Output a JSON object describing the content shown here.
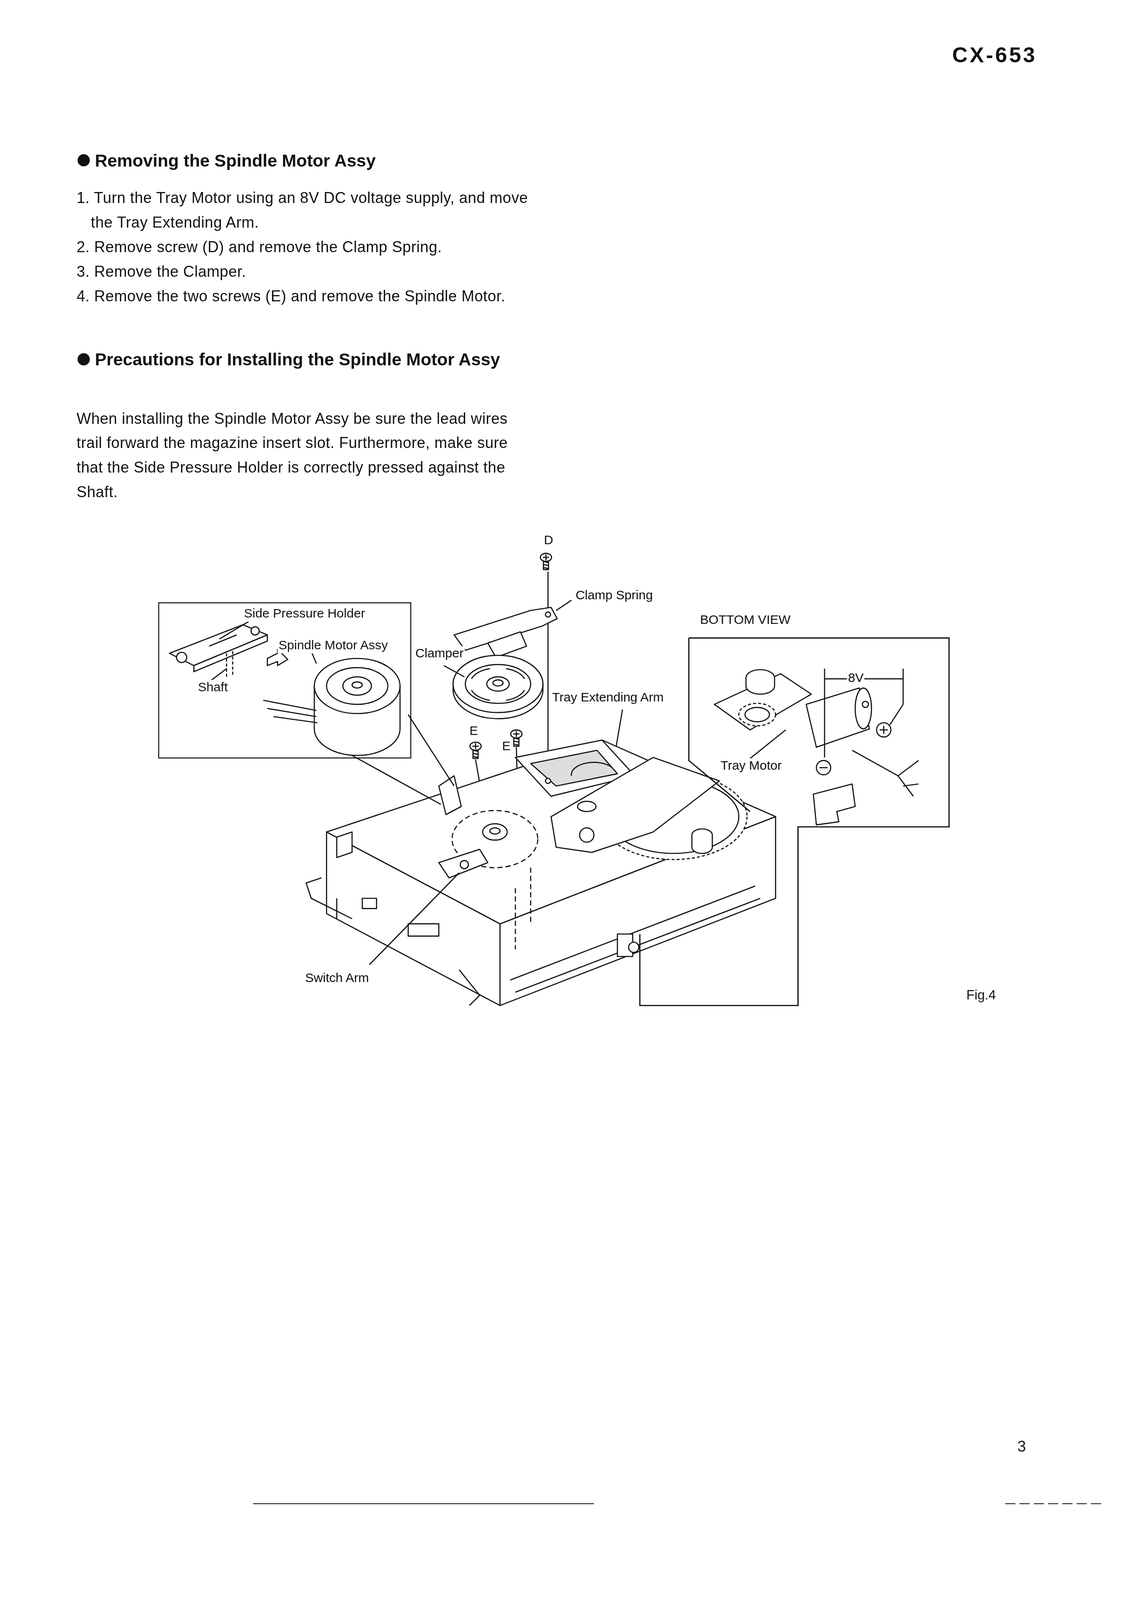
{
  "diagram": {
    "title": "CX-653",
    "caption": "Fig.4",
    "nodes": [
      {
        "text": [
          "Side Pressure Holder",
          "Spindle Motor Assy",
          "Shaft"
        ]
      },
      {
        "text": [
          "BOTTOM VIEW",
          "8V",
          "Tray Motor"
        ]
      }
    ],
    "labels": [
      "Removing the Spindle Motor Assy",
      "1. Turn the Tray Motor using an 8V DC voltage supply, and move the Tray Extending Arm.",
      "2. Remove screw (D) and remove the Clamp Spring.",
      "3. Remove the Clamper.",
      "4. Remove the two screws (E) and remove the Spindle Motor.",
      "Precautions for Installing the Spindle Motor Assy",
      "When installing the Spindle Motor Assy be sure the lead wires trail forward the magazine insert slot. Furthermore, make sure that the Side Pressure Holder is correctly pressed against the Shaft.",
      "D",
      "Clamp Spring",
      "Clamper",
      "Tray Extending Arm",
      "E",
      "E",
      "Switch Arm",
      "3"
    ]
  }
}
